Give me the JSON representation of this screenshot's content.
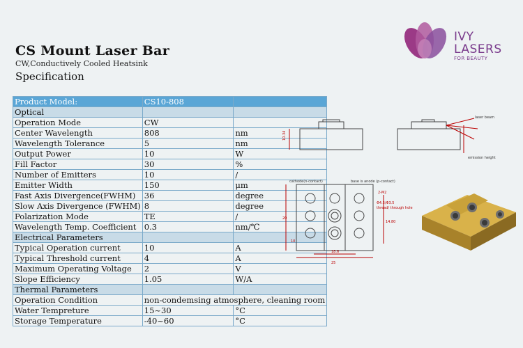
{
  "header": {
    "title": "CS Mount Laser Bar",
    "subtitle": "CW,Conductively Cooled Heatsink",
    "spec_label": "Specification"
  },
  "logo": {
    "line1": "IVY",
    "line2": "LASERS",
    "line3": "FOR BEAUTY",
    "color": "#7a3b8c"
  },
  "table": {
    "header": {
      "label": "Product Model:",
      "value": "CS10-808",
      "unit": ""
    },
    "sections": [
      {
        "title": "Optical",
        "rows": [
          {
            "param": "Operation Mode",
            "value": "CW",
            "unit": ""
          },
          {
            "param": "Center Wavelength",
            "value": "808",
            "unit": "nm"
          },
          {
            "param": "Wavelength Tolerance",
            "value": "5",
            "unit": "nm"
          },
          {
            "param": "Output Power",
            "value": "10",
            "unit": "W"
          },
          {
            "param": "Fill Factor",
            "value": "30",
            "unit": "%"
          },
          {
            "param": "Number of Emitters",
            "value": "10",
            "unit": "/"
          },
          {
            "param": "Emitter Width",
            "value": "150",
            "unit": "μm"
          },
          {
            "param": "Fast Axis Divergence(FWHM)",
            "value": "36",
            "unit": "degree"
          },
          {
            "param": "Slow Axis Divergence (FWHM)",
            "value": "8",
            "unit": "degree"
          },
          {
            "param": "Polarization Mode",
            "value": "TE",
            "unit": "/"
          },
          {
            "param": "Wavelength Temp. Coefficient",
            "value": "0.3",
            "unit": "nm/℃"
          }
        ]
      },
      {
        "title": "Electrical Parameters",
        "rows": [
          {
            "param": "Typical Operation current",
            "value": "10",
            "unit": "A"
          },
          {
            "param": "Typical Threshold current",
            "value": "4",
            "unit": "A"
          },
          {
            "param": "Maximum Operating Voltage",
            "value": "2",
            "unit": "V"
          },
          {
            "param": "Slope Efficiency",
            "value": "1.05",
            "unit": "W/A"
          }
        ]
      },
      {
        "title": "Thermal Parameters",
        "rows": [
          {
            "param": "Operation Condition",
            "value": "non-condemsing atmosphere, cleaning room",
            "unit": "",
            "span": true
          },
          {
            "param": "Water Tempreture",
            "value": "15~30",
            "unit": "°C"
          },
          {
            "param": "Storage Temperature",
            "value": "-40~60",
            "unit": "°C"
          }
        ]
      }
    ]
  },
  "drawings": {
    "side_dimension": "10.34",
    "laser_beam": "laser beam",
    "emission_height": "emission height",
    "cathode": "cathode(n-contact)",
    "anode": "base is anode (p-contact)",
    "thread": "2-M2",
    "hole": "Φ4.5/Φ3.5",
    "through": "thread/ through hole",
    "dim_width": "25",
    "dim_inner": "18.6",
    "dim_height": "20",
    "dim_side": "14.80",
    "dim_left": "10"
  }
}
